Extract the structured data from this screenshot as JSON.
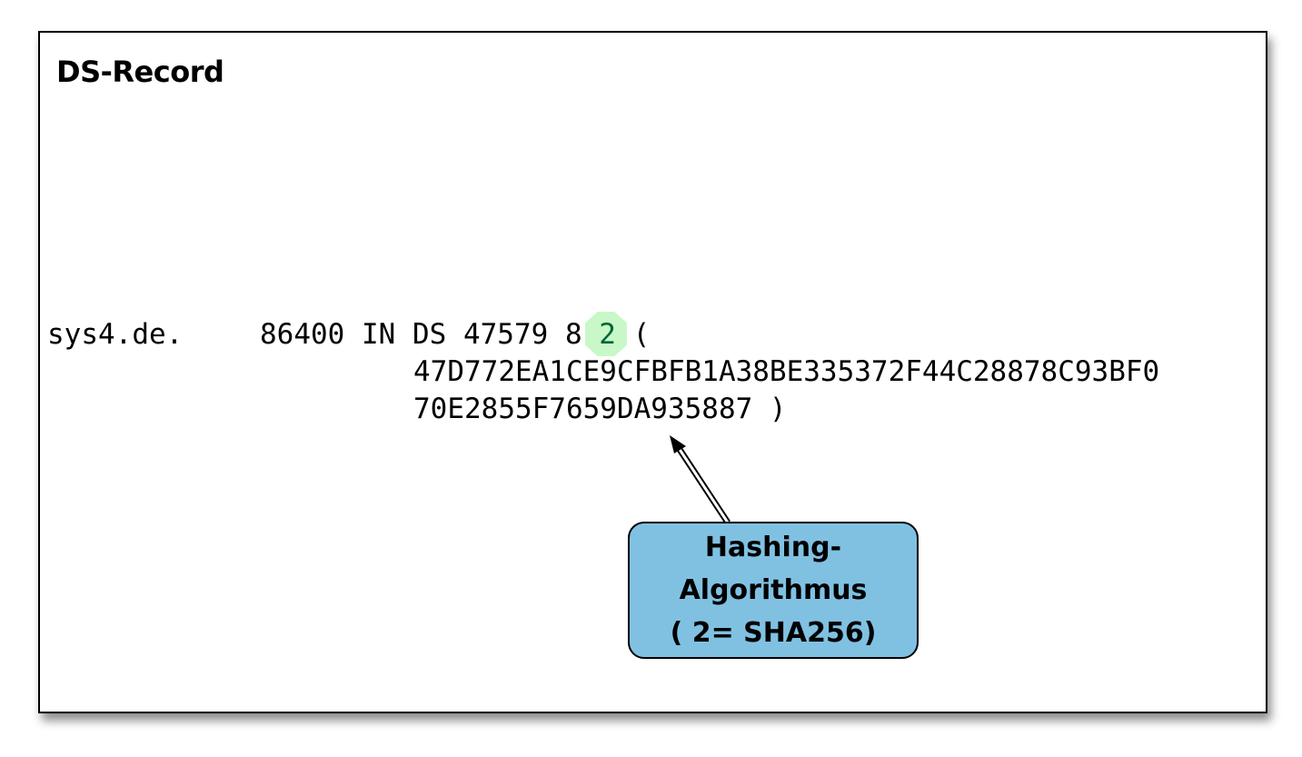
{
  "slide": {
    "title": "DS-Record",
    "record": {
      "owner": "sys4.de.",
      "line1_prefix": "86400 IN DS 47579 8 ",
      "algorithm": "2",
      "line1_suffix": " (",
      "digest_line1": "47D772EA1CE9CFBFB1A38BE335372F44C28878C93BF0",
      "digest_line2": "70E2855F7659DA935887 )"
    },
    "callout": {
      "lines": [
        "Hashing-",
        "Algorithmus",
        "( 2= SHA256)"
      ],
      "fill_color": "#80c1e2"
    },
    "highlight_color": "#c8f8c8"
  }
}
